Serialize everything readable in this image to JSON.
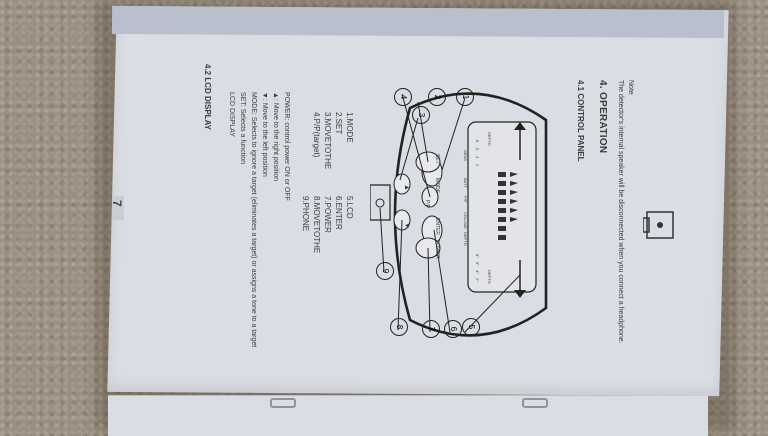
{
  "note_label": "Note",
  "note_text": "The detector's internal speaker will be disconnected when you connect a headphone.",
  "section_title": "4. OPERATION",
  "subsection_title": "4.1 CONTROL PANEL",
  "legend_left": [
    "1.MODE",
    "2.SET",
    "3.MOVETOTHE",
    "4.P/P(target)"
  ],
  "legend_right": [
    "5.LCD",
    "6.ENTER",
    "7.POWER",
    "8.MOVETOTHE",
    "9.PHONE"
  ],
  "descriptions": [
    "POWER: control power ON or OFF",
    "▲: Move to the right position",
    "▼: Move to the left position",
    "MODE: Selects to ignore a target (eliminates a target) or assigns a tone to a target",
    "SET: Selects a function",
    "LCD DISPLAY"
  ],
  "lcd_section_title": "4.2 LCD DISPLAY",
  "page_number": "7",
  "callouts": [
    "1",
    "2",
    "3",
    "4",
    "5",
    "6",
    "7",
    "8",
    "9"
  ],
  "panel_buttons": {
    "set": "SET",
    "mode": "MODE",
    "pp": "P/P",
    "enter": "ENTER",
    "power": "POWER",
    "up": "▲",
    "down": "▼"
  },
  "lcd_labels": {
    "depth_left": "DEPTH",
    "depth_right": "DEPTH",
    "scale_left": [
      "8",
      "6",
      "4",
      "2"
    ],
    "scale_right": [
      "8\"",
      "6\"",
      "4\"",
      "2\""
    ],
    "row_labels": [
      "SENS",
      "BATT",
      "P/P",
      "VOLUME",
      "DEPTH"
    ]
  },
  "colors": {
    "page": "#dadde3",
    "ink": "#2f2f2f",
    "carpet": "#9c8f80"
  }
}
